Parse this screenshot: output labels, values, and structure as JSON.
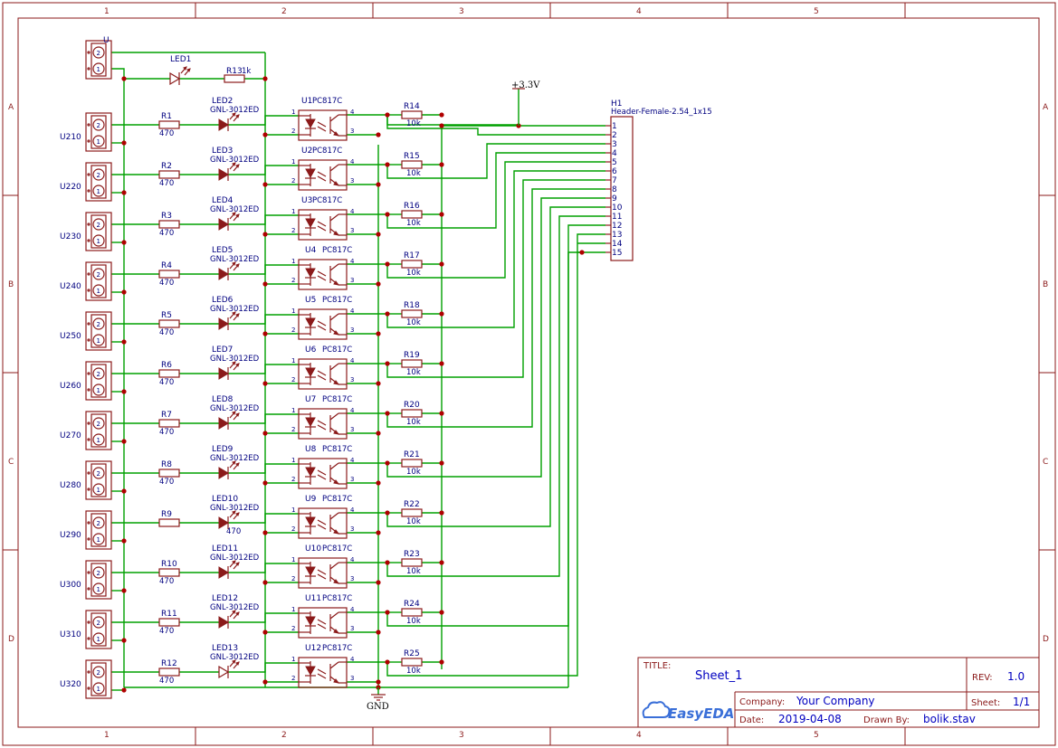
{
  "frame": {
    "columns": [
      "1",
      "2",
      "3",
      "4",
      "5"
    ],
    "rows": [
      "A",
      "B",
      "C",
      "D"
    ]
  },
  "title_block": {
    "title_label": "TITLE:",
    "title": "Sheet_1",
    "rev_label": "REV:",
    "rev": "1.0",
    "company_label": "Company:",
    "company": "Your Company",
    "sheet_label": "Sheet:",
    "sheet": "1/1",
    "date_label": "Date:",
    "date": "2019-04-08",
    "drawn_label": "Drawn By:",
    "drawn_by": "bolik.stav",
    "logo_text": "EasyEDA"
  },
  "power": {
    "vcc_label": "+3.3V",
    "gnd_label": "GND"
  },
  "header": {
    "ref": "H1",
    "value": "Header-Female-2.54_1x15",
    "pins": [
      "1",
      "2",
      "3",
      "4",
      "5",
      "6",
      "7",
      "8",
      "9",
      "10",
      "11",
      "12",
      "13",
      "14",
      "15"
    ]
  },
  "top_input": {
    "connector_ref": "U",
    "led_ref": "LED1",
    "resistor_ref": "R13",
    "resistor_value": "1k"
  },
  "channels": [
    {
      "conn": "U210",
      "r_in": "R1",
      "r_in_val": "470",
      "led": "LED2",
      "led_val": "GNL-3012ED",
      "opto": "U1",
      "opto_val": "PC817C",
      "r_pu": "R14",
      "r_pu_val": "10k"
    },
    {
      "conn": "U220",
      "r_in": "R2",
      "r_in_val": "470",
      "led": "LED3",
      "led_val": "GNL-3012ED",
      "opto": "U2",
      "opto_val": "PC817C",
      "r_pu": "R15",
      "r_pu_val": "10k"
    },
    {
      "conn": "U230",
      "r_in": "R3",
      "r_in_val": "470",
      "led": "LED4",
      "led_val": "GNL-3012ED",
      "opto": "U3",
      "opto_val": "PC817C",
      "r_pu": "R16",
      "r_pu_val": "10k"
    },
    {
      "conn": "U240",
      "r_in": "R4",
      "r_in_val": "470",
      "led": "LED5",
      "led_val": "GNL-3012ED",
      "opto": "U4",
      "opto_val": "PC817C",
      "r_pu": "R17",
      "r_pu_val": "10k"
    },
    {
      "conn": "U250",
      "r_in": "R5",
      "r_in_val": "470",
      "led": "LED6",
      "led_val": "GNL-3012ED",
      "opto": "U5",
      "opto_val": "PC817C",
      "r_pu": "R18",
      "r_pu_val": "10k"
    },
    {
      "conn": "U260",
      "r_in": "R6",
      "r_in_val": "470",
      "led": "LED7",
      "led_val": "GNL-3012ED",
      "opto": "U6",
      "opto_val": "PC817C",
      "r_pu": "R19",
      "r_pu_val": "10k"
    },
    {
      "conn": "U270",
      "r_in": "R7",
      "r_in_val": "470",
      "led": "LED8",
      "led_val": "GNL-3012ED",
      "opto": "U7",
      "opto_val": "PC817C",
      "r_pu": "R20",
      "r_pu_val": "10k"
    },
    {
      "conn": "U280",
      "r_in": "R8",
      "r_in_val": "470",
      "led": "LED9",
      "led_val": "GNL-3012ED",
      "opto": "U8",
      "opto_val": "PC817C",
      "r_pu": "R21",
      "r_pu_val": "10k"
    },
    {
      "conn": "U290",
      "r_in": "R9",
      "r_in_val": "470",
      "led": "LED10",
      "led_val": "GNL-3012ED",
      "opto": "U9",
      "opto_val": "PC817C",
      "r_pu": "R22",
      "r_pu_val": "10k"
    },
    {
      "conn": "U300",
      "r_in": "R10",
      "r_in_val": "470",
      "led": "LED11",
      "led_val": "GNL-3012ED",
      "opto": "U10",
      "opto_val": "PC817C",
      "r_pu": "R23",
      "r_pu_val": "10k"
    },
    {
      "conn": "U310",
      "r_in": "R11",
      "r_in_val": "470",
      "led": "LED12",
      "led_val": "GNL-3012ED",
      "opto": "U11",
      "opto_val": "PC817C",
      "r_pu": "R24",
      "r_pu_val": "10k"
    },
    {
      "conn": "U320",
      "r_in": "R12",
      "r_in_val": "470",
      "led": "LED13",
      "led_val": "GNL-3012ED",
      "opto": "U12",
      "opto_val": "PC817C",
      "r_pu": "R25",
      "r_pu_val": "10k"
    }
  ],
  "pin_labels": {
    "opto": [
      "1",
      "2",
      "3",
      "4"
    ],
    "conn": [
      "2",
      "1"
    ]
  },
  "colors": {
    "wire": "#00a000",
    "symbol": "#8b1a1a",
    "label": "#000080",
    "junction": "#b00000",
    "title_value": "#0000c0",
    "logo": "#3a6fd8"
  }
}
